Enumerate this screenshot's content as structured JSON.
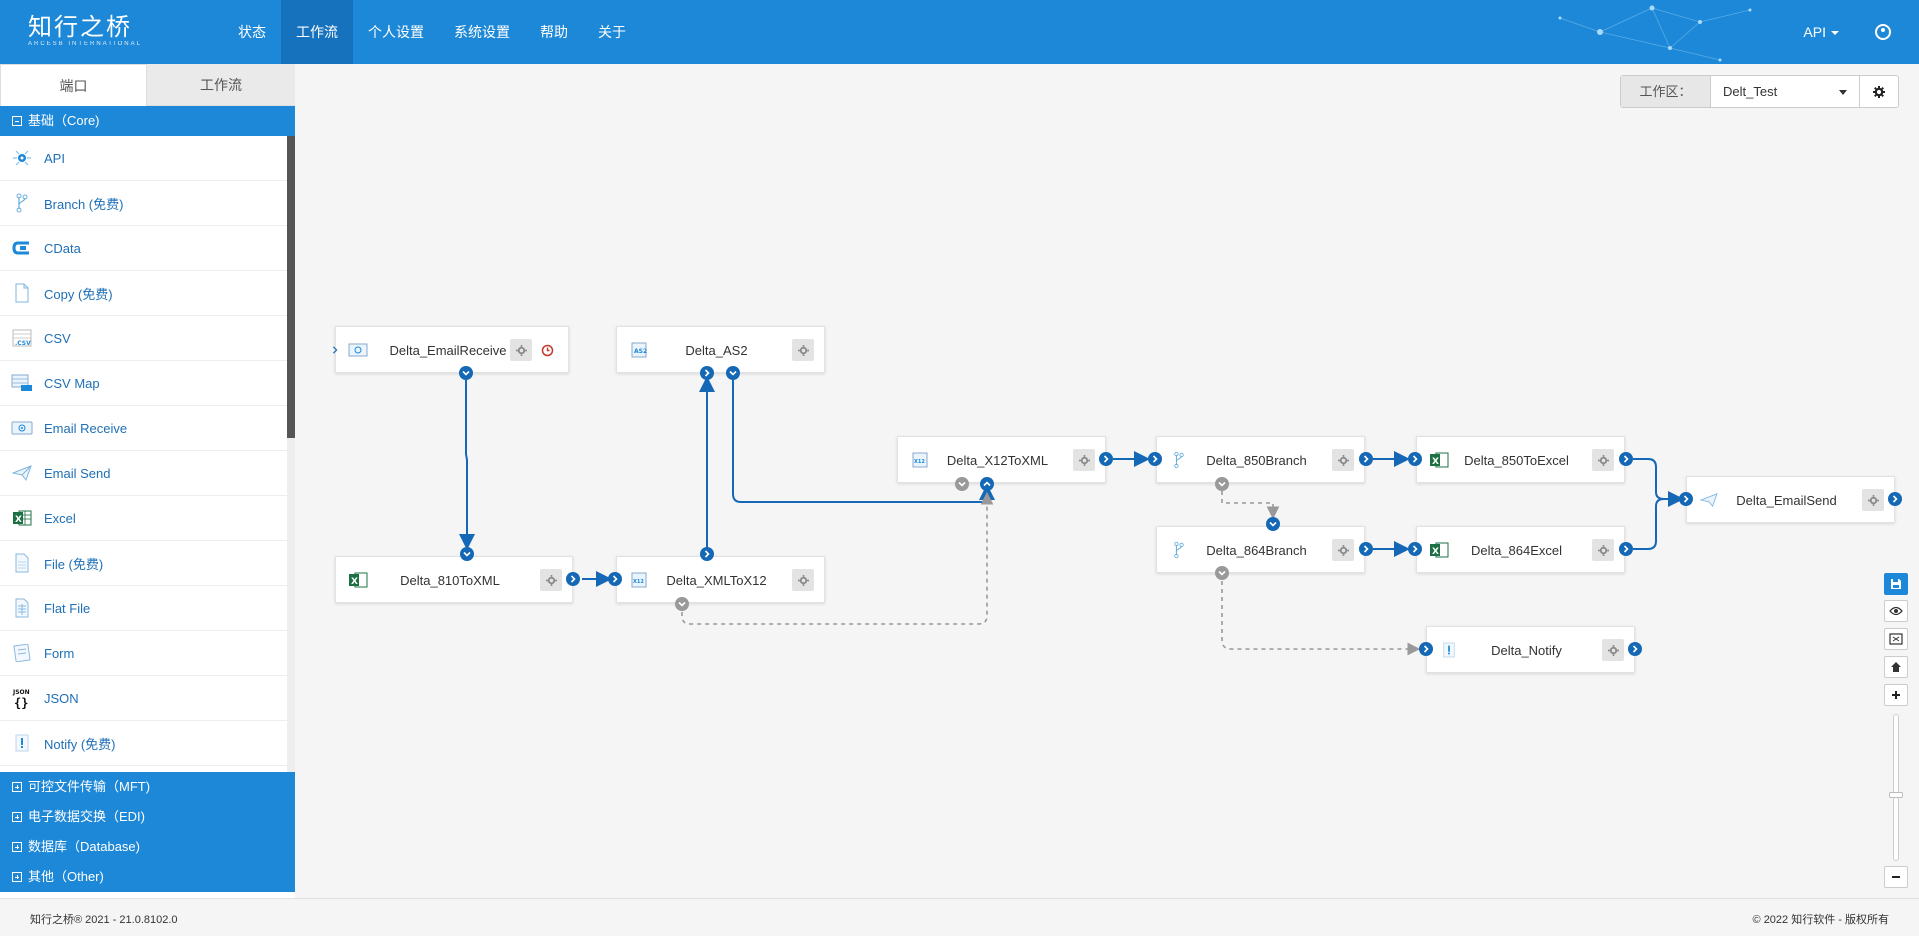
{
  "brand": {
    "name": "知行之桥",
    "subtitle": "ARCESB INTERNATIONAL"
  },
  "nav": {
    "items": [
      "状态",
      "工作流",
      "个人设置",
      "系统设置",
      "帮助",
      "关于"
    ],
    "active": "工作流",
    "api_menu": "API"
  },
  "sidebar": {
    "tabs": [
      "端口",
      "工作流"
    ],
    "active_tab": "端口",
    "core_group": "基础（Core)",
    "connectors": [
      {
        "label": "API",
        "icon": "api-icon"
      },
      {
        "label": "Branch (免费)",
        "icon": "branch-icon"
      },
      {
        "label": "CData",
        "icon": "cdata-icon"
      },
      {
        "label": "Copy (免费)",
        "icon": "copy-icon"
      },
      {
        "label": "CSV",
        "icon": "csv-icon"
      },
      {
        "label": "CSV Map",
        "icon": "csv-map-icon"
      },
      {
        "label": "Email Receive",
        "icon": "email-receive-icon"
      },
      {
        "label": "Email Send",
        "icon": "email-send-icon"
      },
      {
        "label": "Excel",
        "icon": "excel-icon"
      },
      {
        "label": "File (免费)",
        "icon": "file-icon"
      },
      {
        "label": "Flat File",
        "icon": "flat-file-icon"
      },
      {
        "label": "Form",
        "icon": "form-icon"
      },
      {
        "label": "JSON",
        "icon": "json-icon"
      },
      {
        "label": "Notify (免费)",
        "icon": "notify-icon"
      }
    ],
    "other_groups": [
      "可控文件传输（MFT)",
      "电子数据交换（EDI)",
      "数据库（Database)",
      "其他（Other)"
    ]
  },
  "workspace": {
    "label": "工作区：",
    "value": "Delt_Test"
  },
  "flow": {
    "nodes": [
      {
        "name": "Delta_EmailReceive",
        "icon": "email-receive-icon"
      },
      {
        "name": "Delta_AS2",
        "icon": "as2-icon"
      },
      {
        "name": "Delta_X12ToXML",
        "icon": "x12-icon"
      },
      {
        "name": "Delta_850Branch",
        "icon": "branch-icon"
      },
      {
        "name": "Delta_850ToExcel",
        "icon": "excel-icon"
      },
      {
        "name": "Delta_EmailSend",
        "icon": "email-send-icon"
      },
      {
        "name": "Delta_810ToXML",
        "icon": "excel-icon"
      },
      {
        "name": "Delta_XMLToX12",
        "icon": "x12-icon"
      },
      {
        "name": "Delta_864Branch",
        "icon": "branch-icon"
      },
      {
        "name": "Delta_864Excel",
        "icon": "excel-icon"
      },
      {
        "name": "Delta_Notify",
        "icon": "notify-icon"
      }
    ]
  },
  "colors": {
    "brand": "#1e88d8",
    "active_nav": "#1672bd",
    "port": "#1468b5",
    "link": "#1e6fb5"
  },
  "footer": {
    "version": "知行之桥® 2021 - 21.0.8102.0",
    "copyright": "© 2022 知行软件 - 版权所有"
  }
}
